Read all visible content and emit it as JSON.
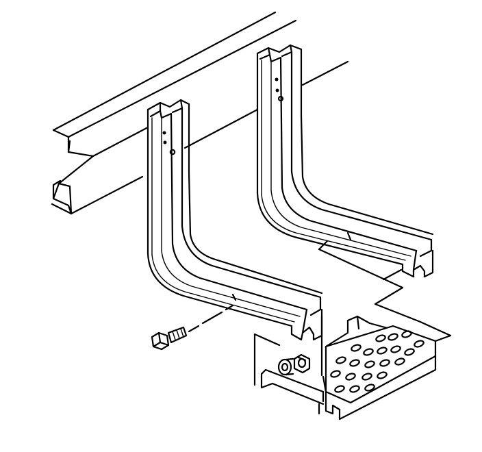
{
  "diagram": {
    "components": [
      {
        "id": "frame-rail",
        "icon": "frame-rail"
      },
      {
        "id": "front-step-bracket",
        "icon": "step-bracket"
      },
      {
        "id": "rear-step-bracket",
        "icon": "step-bracket"
      },
      {
        "id": "step-tread",
        "icon": "perforated-step"
      },
      {
        "id": "bolt",
        "icon": "hex-bolt"
      },
      {
        "id": "washer",
        "icon": "washer"
      },
      {
        "id": "nut",
        "icon": "hex-nut"
      }
    ],
    "colors": {
      "line": "#000000",
      "background": "#ffffff"
    }
  }
}
